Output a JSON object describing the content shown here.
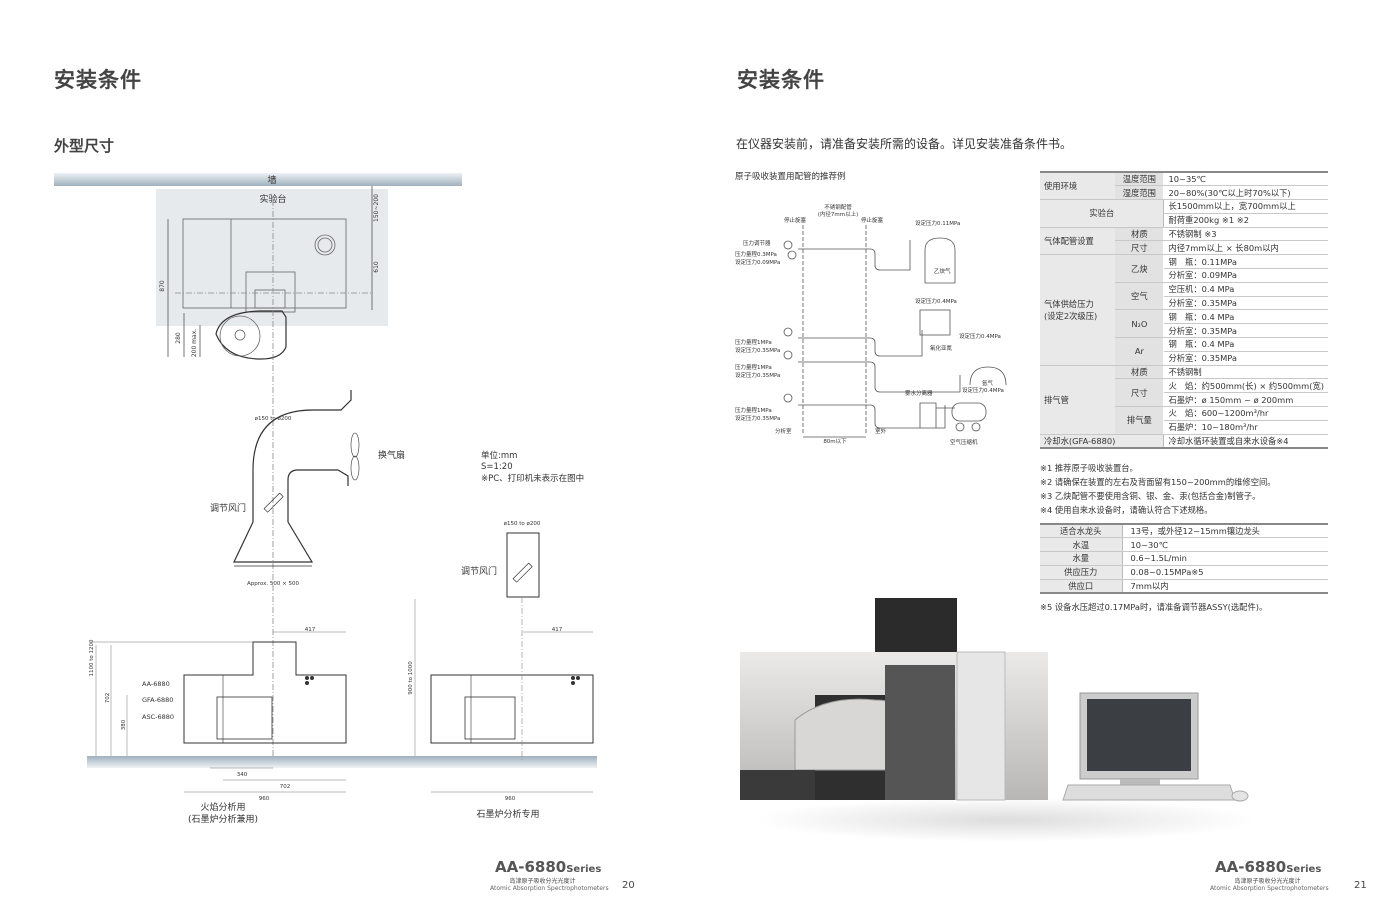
{
  "left_page": {
    "title": "安装条件",
    "subtitle": "外型尺寸",
    "top_view": {
      "wall": "墙",
      "bench": "实验台",
      "dim_gap": "150~200",
      "dim_depth": "610",
      "dim_total": "870",
      "dim_front": "280",
      "dim_front_max": "200 max."
    },
    "hood": {
      "duct_dim": "ø150 to ø200",
      "fan": "换气扇",
      "damper": "调节风门",
      "hood_dim": "Approx. 500 × 500"
    },
    "notes": {
      "unit": "单位:mm",
      "scale": "S=1:20",
      "remark": "※PC、打印机未表示在图中"
    },
    "duct2": {
      "duct_dim": "ø150 to ø200",
      "damper": "调节风门"
    },
    "front_flame": {
      "labels": [
        "AA-6880",
        "GFA-6880",
        "ASC-6880"
      ],
      "height": "1100 to 1200",
      "h702": "702",
      "h380": "380",
      "w417": "417",
      "w340": "340",
      "w702": "702",
      "w960": "960",
      "caption1": "火焰分析用",
      "caption2": "(石墨炉分析兼用)"
    },
    "front_furnace": {
      "height": "900 to 1000",
      "w417": "417",
      "w960": "960",
      "caption": "石墨炉分析专用"
    },
    "footer": {
      "brand": "AA-6880",
      "series": "Series",
      "cn": "岛津原子吸收分光光度计",
      "en": "Atomic Absorption Spectrophotometers",
      "page": "20"
    }
  },
  "right_page": {
    "title": "安装条件",
    "intro": "在仪器安装前，请准备安装所需的设备。详见安装准备条件书。",
    "piping": {
      "title": "原子吸收装置用配管的推荐例",
      "pipe": "不锈钢配管",
      "pipe_dim": "(内径7mm以上)",
      "stopcock": "停止旋塞",
      "regulator": "压力调节器",
      "range03": "压力量程0.3MPa",
      "set009": "设定压力0.09MPa",
      "set011": "设定压力0.11MPa",
      "acetylene": "乙炔气",
      "set04": "设定压力0.4MPa",
      "n2o": "氧化亚氮",
      "argon": "氩气",
      "range1": "压力量程1MPa",
      "set035": "设定压力0.35MPa",
      "separator": "雾水分离器",
      "compressor": "空气压缩机",
      "lab": "分析室",
      "outdoor": "室外",
      "distance": "80m以下"
    },
    "spec": {
      "env": "使用环境",
      "temp_k": "温度范围",
      "temp_v": "10~35℃",
      "hum_k": "湿度范围",
      "hum_v": "20~80%(30℃以上时70%以下)",
      "bench": "实验台",
      "bench_v1": "长1500mm以上，宽700mm以上",
      "bench_v2": "耐荷重200kg ※1 ※2",
      "gaspipe": "气体配管设置",
      "mat_k": "材质",
      "mat_v": "不锈钢制 ※3",
      "size_k": "尺寸",
      "size_v": "内径7mm以上 × 长80m以内",
      "supply": "气体供给压力",
      "supply2": "(设定2次级压)",
      "c2h2": "乙炔",
      "c2h2_v1": "钢　瓶：0.11MPa",
      "c2h2_v2": "分析室：0.09MPa",
      "air": "空气",
      "air_v1": "空压机：0.4 MPa",
      "air_v2": "分析室：0.35MPa",
      "n2o": "N₂O",
      "n2o_v1": "钢　瓶：0.4 MPa",
      "n2o_v2": "分析室：0.35MPa",
      "ar": "Ar",
      "ar_v1": "钢　瓶：0.4 MPa",
      "ar_v2": "分析室：0.35MPa",
      "exhaust": "排气管",
      "ex_mat_k": "材质",
      "ex_mat_v": "不锈钢制",
      "ex_size_k": "尺寸",
      "ex_size_v1": "火　焰：约500mm(长) × 约500mm(宽)",
      "ex_size_v2": "石墨炉：ø 150mm ~ ø 200mm",
      "ex_flow_k": "排气量",
      "ex_flow_v1": "火　焰：600~1200m³/hr",
      "ex_flow_v2": "石墨炉：10~180m³/hr",
      "cool": "冷却水(GFA-6880)",
      "cool_v": "冷却水循环装置或自来水设备※4"
    },
    "notes": [
      "※1 推荐原子吸收装置台。",
      "※2 请确保在装置的左右及背面留有150~200mm的维修空间。",
      "※3 乙炔配管不要使用含铜、银、金、汞(包括合金)制管子。",
      "※4 使用自来水设备时，请确认符合下述规格。"
    ],
    "water": [
      {
        "k": "适合水龙头",
        "v": "13号，或外径12~15mm镶边龙头"
      },
      {
        "k": "水温",
        "v": "10~30℃"
      },
      {
        "k": "水量",
        "v": "0.6~1.5L/min"
      },
      {
        "k": "供应压力",
        "v": "0.08~0.15MPa※5"
      },
      {
        "k": "供应口",
        "v": "7mm以内"
      }
    ],
    "note5": "※5 设备水压超过0.17MPa时，请准备调节器ASSY(选配件)。",
    "footer": {
      "brand": "AA-6880",
      "series": "Series",
      "cn": "岛津原子吸收分光光度计",
      "en": "Atomic Absorption Spectrophotometers",
      "page": "21"
    }
  }
}
